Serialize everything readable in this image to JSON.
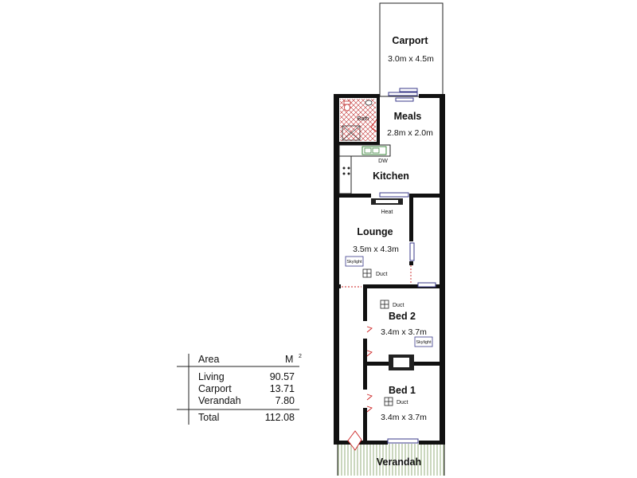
{
  "rooms": {
    "carport": {
      "name": "Carport",
      "dims": "3.0m x 4.5m"
    },
    "meals": {
      "name": "Meals",
      "dims": "2.8m x 2.0m"
    },
    "bath": {
      "name": "Bath"
    },
    "kitchen": {
      "name": "Kitchen",
      "dw": "DW"
    },
    "lounge": {
      "name": "Lounge",
      "dims": "3.5m x 4.3m",
      "heat": "Heat",
      "skylight": "Skylight",
      "duct": "Duct"
    },
    "bed2": {
      "name": "Bed 2",
      "dims": "3.4m x 3.7m",
      "duct": "Duct",
      "skylight": "Skylight"
    },
    "bed1": {
      "name": "Bed 1",
      "dims": "3.4m x 3.7m",
      "duct": "Duct"
    },
    "verandah": {
      "name": "Verandah"
    }
  },
  "area_table": {
    "header_label": "Area",
    "header_unit": "M",
    "header_unit_sup": "2",
    "rows": [
      {
        "label": "Living",
        "value": "90.57"
      },
      {
        "label": "Carport",
        "value": "13.71"
      },
      {
        "label": "Verandah",
        "value": "7.80"
      }
    ],
    "total": {
      "label": "Total",
      "value": "112.08"
    }
  },
  "colors": {
    "wall": "#111111",
    "door": "#cc2222",
    "window": "#3a3a8a",
    "verandah_hatch": "#7a9a5a",
    "tile": "#c03030"
  }
}
